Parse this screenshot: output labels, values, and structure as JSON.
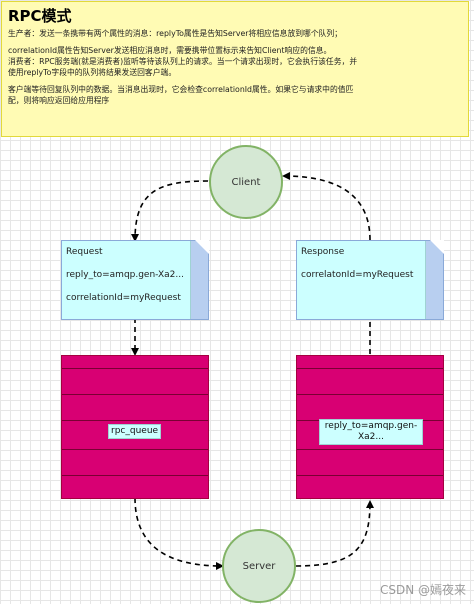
{
  "note": {
    "title": "RPC模式",
    "lines": [
      "生产者：发送一条携带有两个属性的消息：replyTo属性是告知Server将相应信息放到哪个队列；",
      "correlationId属性告知Server发送相应消息时，需要携带位置标示来告知Client响应的信息。",
      "消费者：RPC服务端(就是消费者)监听等待该队列上的请求。当一个请求出现时，它会执行该任务，并",
      "使用replyTo字段中的队列将结果发送回客户端。",
      "客户端等待回复队列中的数据。当消息出现时，它会检查correlationId属性。如果它与请求中的值匹",
      "配，则将响应返回给应用程序"
    ]
  },
  "client": {
    "label": "Client"
  },
  "server": {
    "label": "Server"
  },
  "request_doc": {
    "title": "Request",
    "reply_to": "reply_to=amqp.gen-Xa2...",
    "correlation": "correlationId=myRequest"
  },
  "response_doc": {
    "title": "Response",
    "correlation": "correlatonId=myRequest"
  },
  "rpc_queue": {
    "label": "rpc_queue"
  },
  "reply_queue": {
    "label_line1": "reply_to=amqp.gen-",
    "label_line2": "Xa2..."
  },
  "watermark": "CSDN @嫣夜来",
  "colors": {
    "note_bg": "#fffbb4",
    "circle_fill": "#d5e8d4",
    "circle_stroke": "#82b366",
    "doc_fill": "#ccffff",
    "queue_fill": "#d80073"
  }
}
